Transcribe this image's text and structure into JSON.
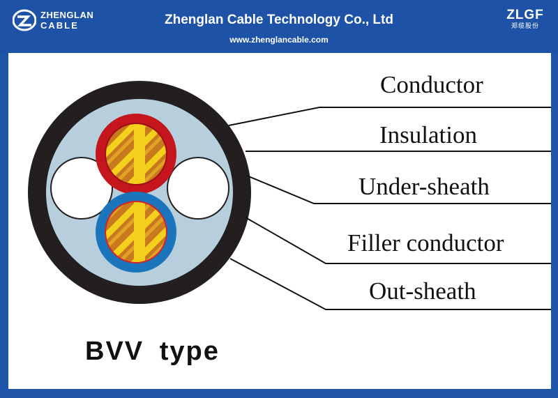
{
  "header": {
    "logo_line1": "ZHENGLAN",
    "logo_line2": "CABLE",
    "company_name": "Zhenglan Cable Technology Co., Ltd",
    "website": "www.zhenglancable.com",
    "brand_mark": "ZLGF",
    "brand_chinese": "郑缆股份"
  },
  "diagram": {
    "labels": [
      "Conductor",
      "Insulation",
      "Under-sheath",
      "Filler conductor",
      "Out-sheath"
    ],
    "type_label": "BVV  type"
  },
  "colors": {
    "header_blue": "#1d52a6",
    "out_sheath": "#231f20",
    "under_sheath": "#b7cedc",
    "insulation_red": "#c4161c",
    "insulation_blue": "#1b75bc",
    "conductor_yellow": "#f3d01c",
    "conductor_orange": "#c8791d"
  },
  "icons": {
    "left_logo": "zl-swoosh-logo",
    "right_logo": "zlgf-logo"
  }
}
